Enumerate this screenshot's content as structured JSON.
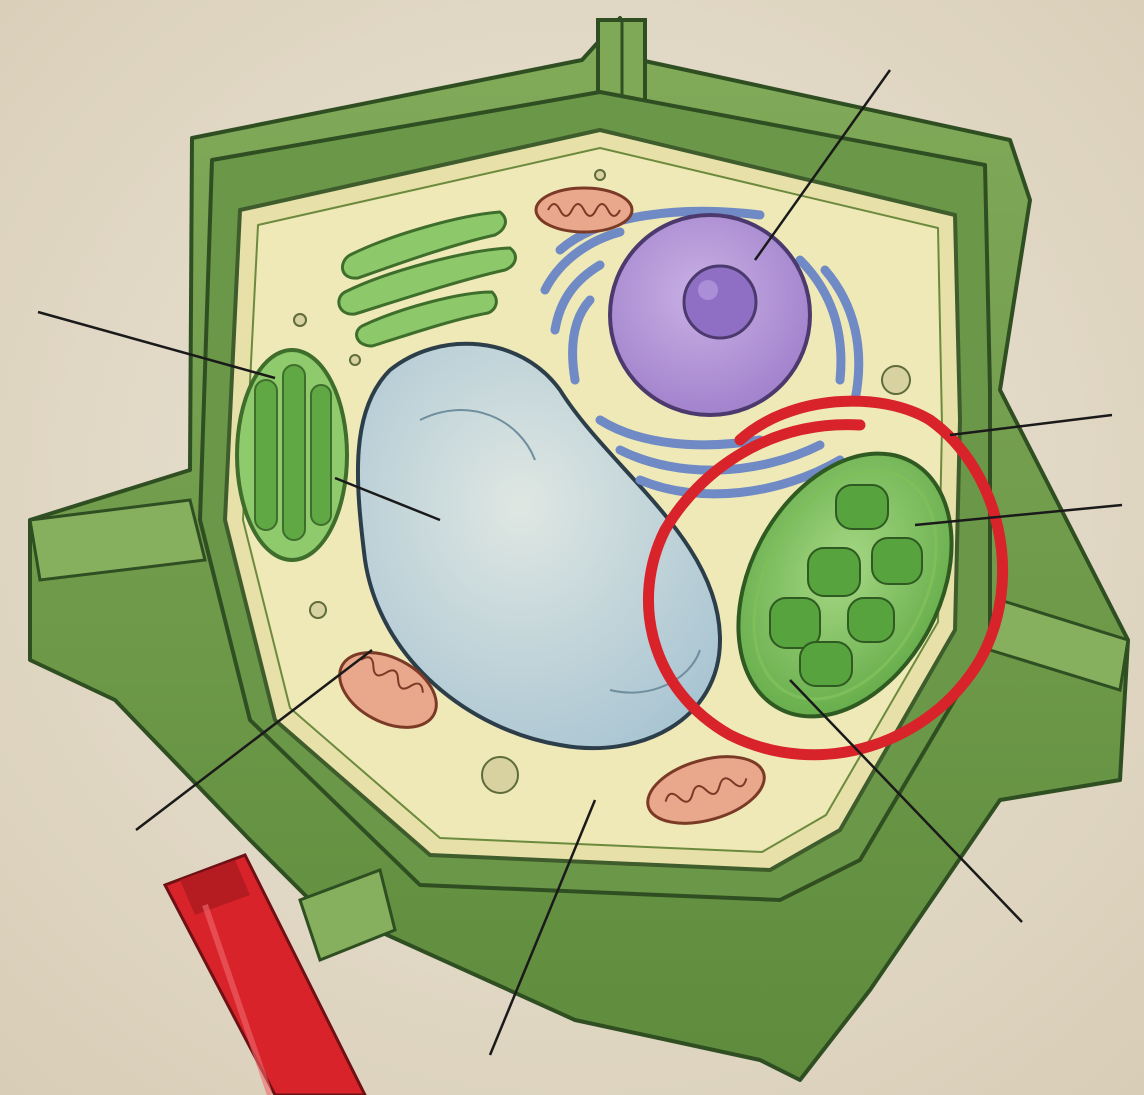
{
  "diagram": {
    "title": "",
    "subject": "plant cell",
    "labels_printed": false,
    "leader_lines": [
      {
        "id": "nucleus"
      },
      {
        "id": "chloroplast-left"
      },
      {
        "id": "vacuole"
      },
      {
        "id": "cell-membrane"
      },
      {
        "id": "chloroplast-circled"
      },
      {
        "id": "mitochondrion"
      },
      {
        "id": "cytoplasm"
      },
      {
        "id": "chloroplast-thylakoid"
      }
    ],
    "highlight": {
      "target": "chloroplast",
      "color": "#e01e1e"
    }
  },
  "colors": {
    "paper": "#e4dccb",
    "cell_wall": "#6e9a48",
    "cell_wall_dark": "#3f6e2c",
    "cytoplasm": "#ece6b4",
    "vacuole": "#b9d1da",
    "nucleus": "#b394d4",
    "nucleolus": "#8e6ec2",
    "er": "#8aa6d6",
    "chloroplast": "#7cc05a",
    "grana": "#4f9d3a",
    "mitochondrion": "#e7a48a",
    "marker": "#d8232a",
    "leader_line": "#1a1a1a"
  }
}
